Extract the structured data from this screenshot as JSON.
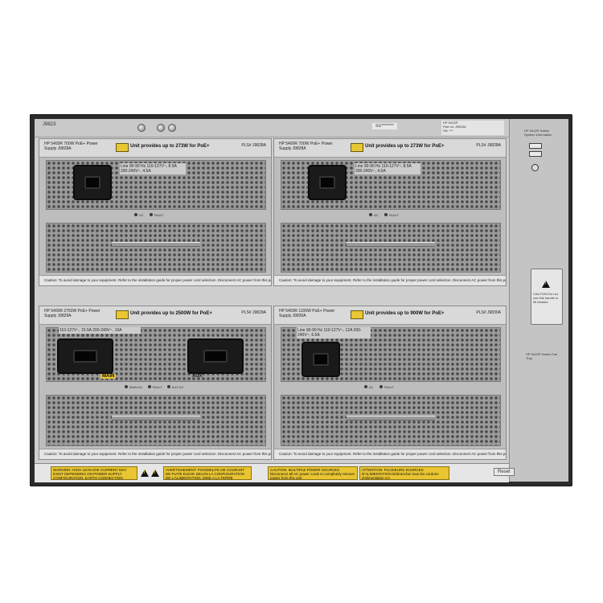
{
  "chassis": {
    "model_label": "J9823",
    "serial_label": "SG********",
    "label_block": [
      "HP 5412R",
      "Part no: J9823A",
      "SN: ***"
    ]
  },
  "psus": [
    {
      "id_text": "HP 5400R 700W PoE+ Power Supply J9828A",
      "poe_text": "Unit provides up to 273W for PoE+",
      "part_text": "PLS# J9828A",
      "rating": "Line 90-90 Hz 110-127V~, 8.5A 200-240V~, 4.5A",
      "leds": [
        "AC",
        "FAULT"
      ],
      "caution": "Caution: To avoid damage to your equipment. Refer to the installation guide for proper power cord selection. Disconnect AC power from this power supply BEFORE installing or removing the supply."
    },
    {
      "id_text": "HP 5400R 700W PoE+ Power Supply J9828A",
      "poe_text": "Unit provides up to 273W for PoE+",
      "part_text": "PLS# J9828A",
      "rating": "Line 90-90 Hz 110-127V~, 8.5A 200-240V~, 4.5A",
      "leds": [
        "AC",
        "FAULT"
      ],
      "caution": "Caution: To avoid damage to your equipment. Refer to the installation guide for proper power cord selection. Disconnect AC power from this power supply BEFORE installing or removing the supply."
    },
    {
      "id_text": "HP 5400R 2750W PoE+ Power Supply J9829A",
      "poe_text": "Unit provides up to 2500W for PoE+",
      "part_text": "PLS# J9829A",
      "rating": "110-127V~, 15.5A 200-240V~, 16A",
      "main_label": "MAIN",
      "aux_label": "AUX",
      "leds": [
        "MAIN AC",
        "FAULT",
        "AUX AC"
      ],
      "caution": "Caution: To avoid damage to your equipment. Refer to the installation guide for proper power cord selection. Disconnect AC power from this power supply BEFORE installing or removing the supply."
    },
    {
      "id_text": "HP 5400R 1100W PoE+ Power Supply J9830A",
      "poe_text": "Unit provides up to 900W for PoE+",
      "part_text": "PLS# J9830A",
      "rating": "Line 90-90 Hz 110-127V~, 12A 200-240V~, 6.5A",
      "leds": [
        "AC",
        "FAULT"
      ],
      "caution": "Caution: To avoid damage to your equipment. Refer to the installation guide for proper power cord selection. Disconnect AC power from this power supply BEFORE installing or removing the supply."
    }
  ],
  "bottom_warnings": [
    "WARNING: HIGH LEAKAGE CURRENT MAY EXIST DEPENDING ON POWER SUPPLY CONFIGURATION. EARTH CONNECTION ESSENTIAL BEFORE CONNECTING SUPPLY.",
    "AVERTISSEMENT: POSSIBILITE DE COURANT DE FUITE ELEVE SELON LA CONFIGURATION DE L'ALIMENTATION. MISE A LA TERRE ESSENTIELLE.",
    "CAUTION: MULTIPLE POWER SOURCES Disconnect all AC power cords to completely remove power from this unit",
    "ATTENTION: PLUSIEURS SOURCES D'ALIMENTATION Débrancher tous les cordons d'alimentation CA"
  ],
  "right_panel": {
    "top_text": "HP 5412R Switch System Information",
    "caution_text": "CAUTION Do not use this handle to lift chassis",
    "mid_text": "HP 5412R Switch Fan Tray",
    "reset_label": "Reset"
  }
}
